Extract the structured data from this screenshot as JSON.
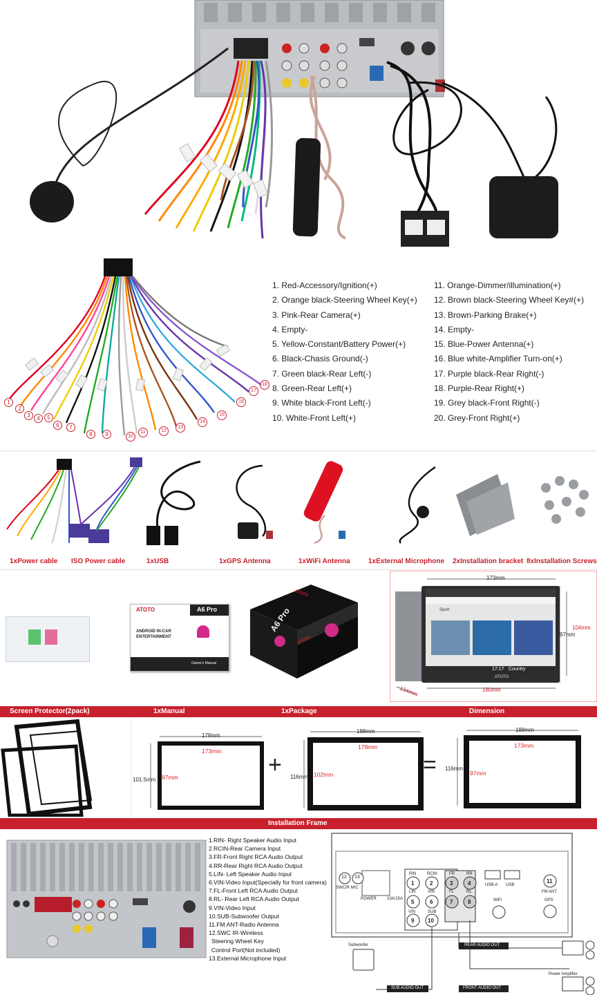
{
  "wiring": {
    "left": [
      "1. Red-Accessory/Ignition(+)",
      "2. Orange black-Steering Wheel Key(+)",
      "3. Pink-Rear Camera(+)",
      "4. Empty-",
      "5. Yellow-Constant/Battery Power(+)",
      "6. Black-Chasis Ground(-)",
      "7. Green black-Rear Left(-)",
      "8. Green-Rear Left(+)",
      "9. White black-Front Left(-)",
      "10. White-Front Left(+)"
    ],
    "right": [
      "11.  Orange-Dimmer/illumination(+)",
      "12.  Brown black-Steering Wheel Key#(+)",
      "13.  Brown-Parking Brake(+)",
      "14.  Empty-",
      "15.  Blue-Power Antenna(+)",
      "16.  Blue white-Amplifier Turn-on(+)",
      "17.  Purple black-Rear Right(-)",
      "18.  Purple-Rear Right(+)",
      "19.  Grey black-Front Right(-)",
      "20.  Grey-Front Right(+)"
    ],
    "pin_numbers": [
      "1",
      "2",
      "3",
      "4",
      "5",
      "6",
      "7",
      "8",
      "9",
      "10",
      "11",
      "12",
      "13",
      "14",
      "15",
      "16",
      "17",
      "18"
    ]
  },
  "accessories": {
    "labels": [
      "1xPower cable",
      "ISO Power cable",
      "1xUSB",
      "1xGPS Antenna",
      "1xWiFi  Antenna",
      "1xExternal Microphone",
      "2xInstallation bracket",
      "8xInstallation Screws"
    ]
  },
  "package": {
    "labels": [
      "Screen Protector(2pack)",
      "1xManual",
      "1xPackage",
      "Dimension"
    ],
    "manual": {
      "brand": "ATOTO",
      "model": "A6 Pro",
      "line1": "ANDROID IN-CAR",
      "line2": "ENTERTAINMENT",
      "foot": "Owner's Manual"
    },
    "box": {
      "brand": "ATOTO",
      "model": "A6 Pro"
    },
    "screen": {
      "site": "Sport",
      "time": "17:17",
      "tab": "Country",
      "brand": "ATOTO"
    },
    "dimensions": {
      "top": "173mm",
      "bottom": "180mm",
      "right_outer": "104mm",
      "right_inner": "97mm",
      "depth": "134mm"
    }
  },
  "frames": {
    "banner": "Installation Frame",
    "f1": {
      "w": "178mm",
      "iw": "173mm",
      "h": "101.5mm",
      "ih": "97mm"
    },
    "f2": {
      "w": "188mm",
      "iw": "178mm",
      "h": "116mm",
      "ih": "102mm"
    },
    "f3": {
      "w": "188mm",
      "iw": "173mm",
      "h": "116mm",
      "ih": "97mm"
    },
    "plus": "+",
    "equals": "="
  },
  "ports": {
    "list": [
      "1.RIN- Right Speaker Audio Input",
      "2.RCIN-Rear Camera Input",
      "3.FR-Front Right RCA  Audio Output",
      "4.RR-Rear Right RCA  Audio Output",
      "5.LIN- Left Speaker Audio Input",
      "6.VIN-Video Input(Specially for front camera)",
      "7.FL-Front Left RCA Audio Output",
      "8.RL- Rear Left RCA Audio Output",
      "9.VIN-Video Input",
      "10.SUB-Subwoofer Output",
      "11.FM ANT-Radio Antenna",
      "12.SWC IR-Wireless",
      "  Steering Wheel Key",
      "  Control Port(Not included)",
      "13.External Microphone Input"
    ],
    "diagram": {
      "c12": "12",
      "c13": "13",
      "swcir": "SWCIR MIC",
      "power": "POWER",
      "fuse": "10A/15A",
      "rin": "RIN",
      "rcin": "RCIN",
      "fr": "FR",
      "rr": "RR",
      "lin": "LIN",
      "vin": "VIN",
      "fl": "FL",
      "rl": "RL",
      "vin2": "VIN",
      "sub": "SUB",
      "usba": "USB-A",
      "usb": "USB",
      "wifi": "WiFi",
      "fm": "FM ANT",
      "gps": "GPS",
      "rear": "REAR AUDIO OUT",
      "front": "FRONT AUDIO OUT",
      "subout": "SUB AUDIO OUT",
      "subwoofer": "Subwoofer",
      "amp": "Power Amplifier"
    }
  }
}
